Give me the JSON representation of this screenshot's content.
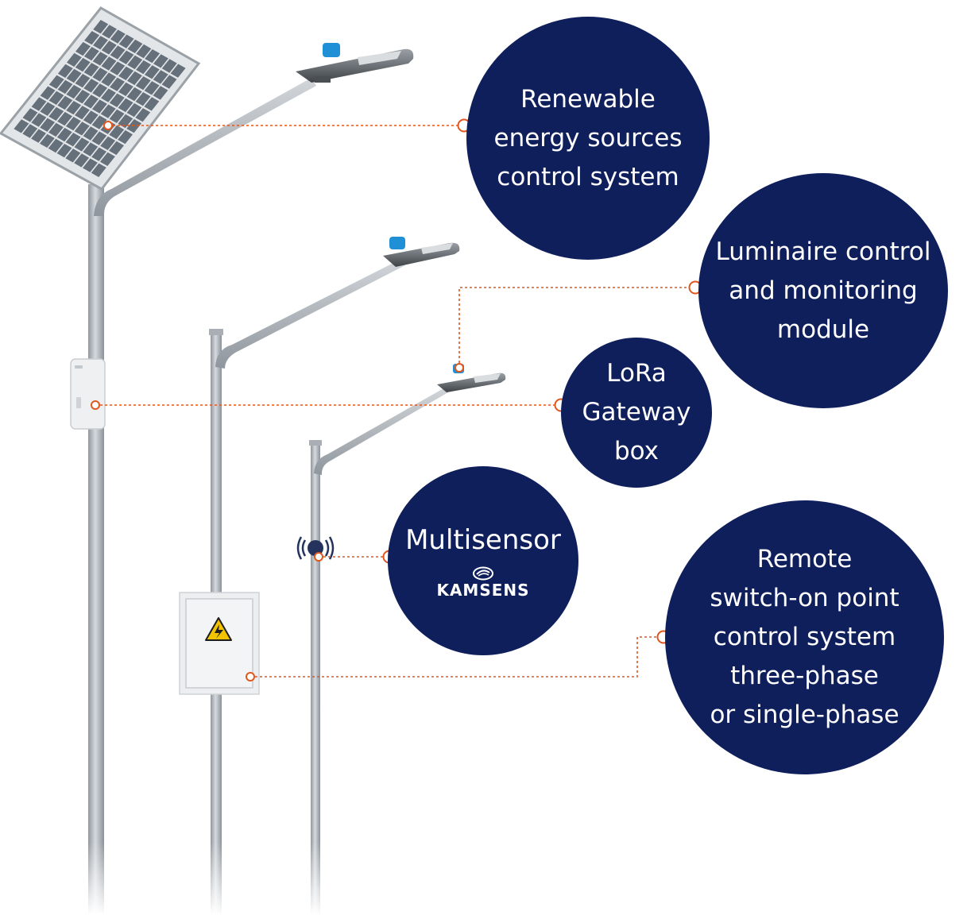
{
  "colors": {
    "bubble": "#0f1f5c",
    "connector": "#e0571e",
    "pole": "#b9bec3",
    "panel_cell": "#66707a",
    "sensor_cap": "#1f8fd6",
    "warning_sign": "#f2c400"
  },
  "callouts": {
    "renewable": {
      "lines": [
        "Renewable",
        "energy sources",
        "control system"
      ]
    },
    "luminaire": {
      "lines": [
        "Luminaire control",
        "and monitoring",
        "module"
      ]
    },
    "lora": {
      "lines": [
        "LoRa",
        "Gateway",
        "box"
      ]
    },
    "multisensor": {
      "title": "Multisensor",
      "logo_text": "KAMSENS",
      "logo_icon": "kamsens-swirl-icon"
    },
    "remote": {
      "lines": [
        "Remote",
        "switch-on point",
        "control system",
        "three-phase",
        "or single-phase"
      ]
    }
  },
  "components": {
    "solar_panel_icon": "solar-panel-icon",
    "gateway_box_icon": "gateway-box-icon",
    "switch_cabinet_icon": "electrical-cabinet-icon",
    "warning_icon": "high-voltage-warning-icon",
    "multisensor_icon": "multisensor-device-icon"
  }
}
